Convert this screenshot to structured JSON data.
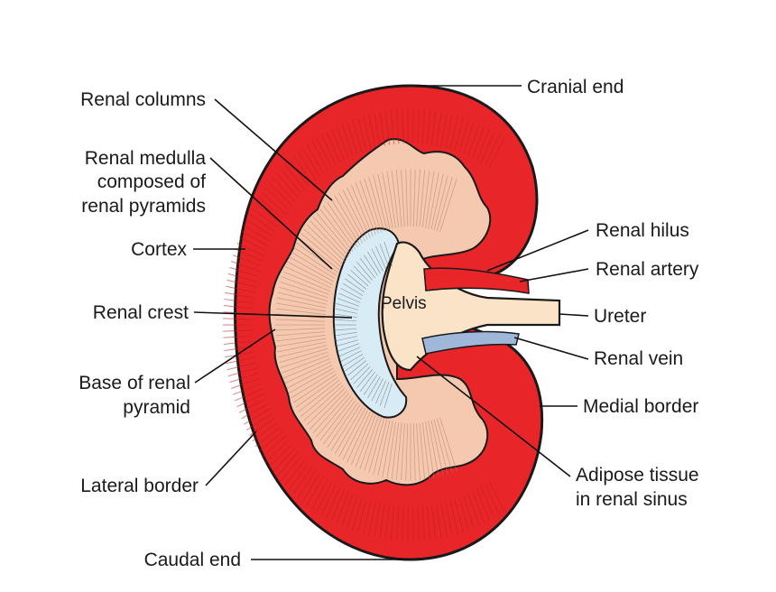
{
  "labels": {
    "cranial_end": "Cranial end",
    "renal_columns": "Renal columns",
    "renal_medulla_1": "Renal medulla",
    "renal_medulla_2": "composed of",
    "renal_medulla_3": "renal pyramids",
    "cortex": "Cortex",
    "renal_crest": "Renal crest",
    "base_1": "Base of renal",
    "base_2": "pyramid",
    "lateral_border": "Lateral border",
    "caudal_end": "Caudal end",
    "renal_hilus": "Renal hilus",
    "renal_artery": "Renal artery",
    "ureter": "Ureter",
    "renal_vein": "Renal vein",
    "medial_border": "Medial border",
    "adipose_1": "Adipose tissue",
    "adipose_2": "in renal sinus",
    "pelvis": "Pelvis"
  },
  "colors": {
    "cortex": "#e8262a",
    "cortex_dark": "#c41a1f",
    "medulla": "#f4c9b0",
    "crest": "#d8ecf6",
    "pelvis": "#fbe3c8",
    "artery": "#e8262a",
    "vein": "#9fb7d8",
    "outline": "#1a1a1a"
  }
}
